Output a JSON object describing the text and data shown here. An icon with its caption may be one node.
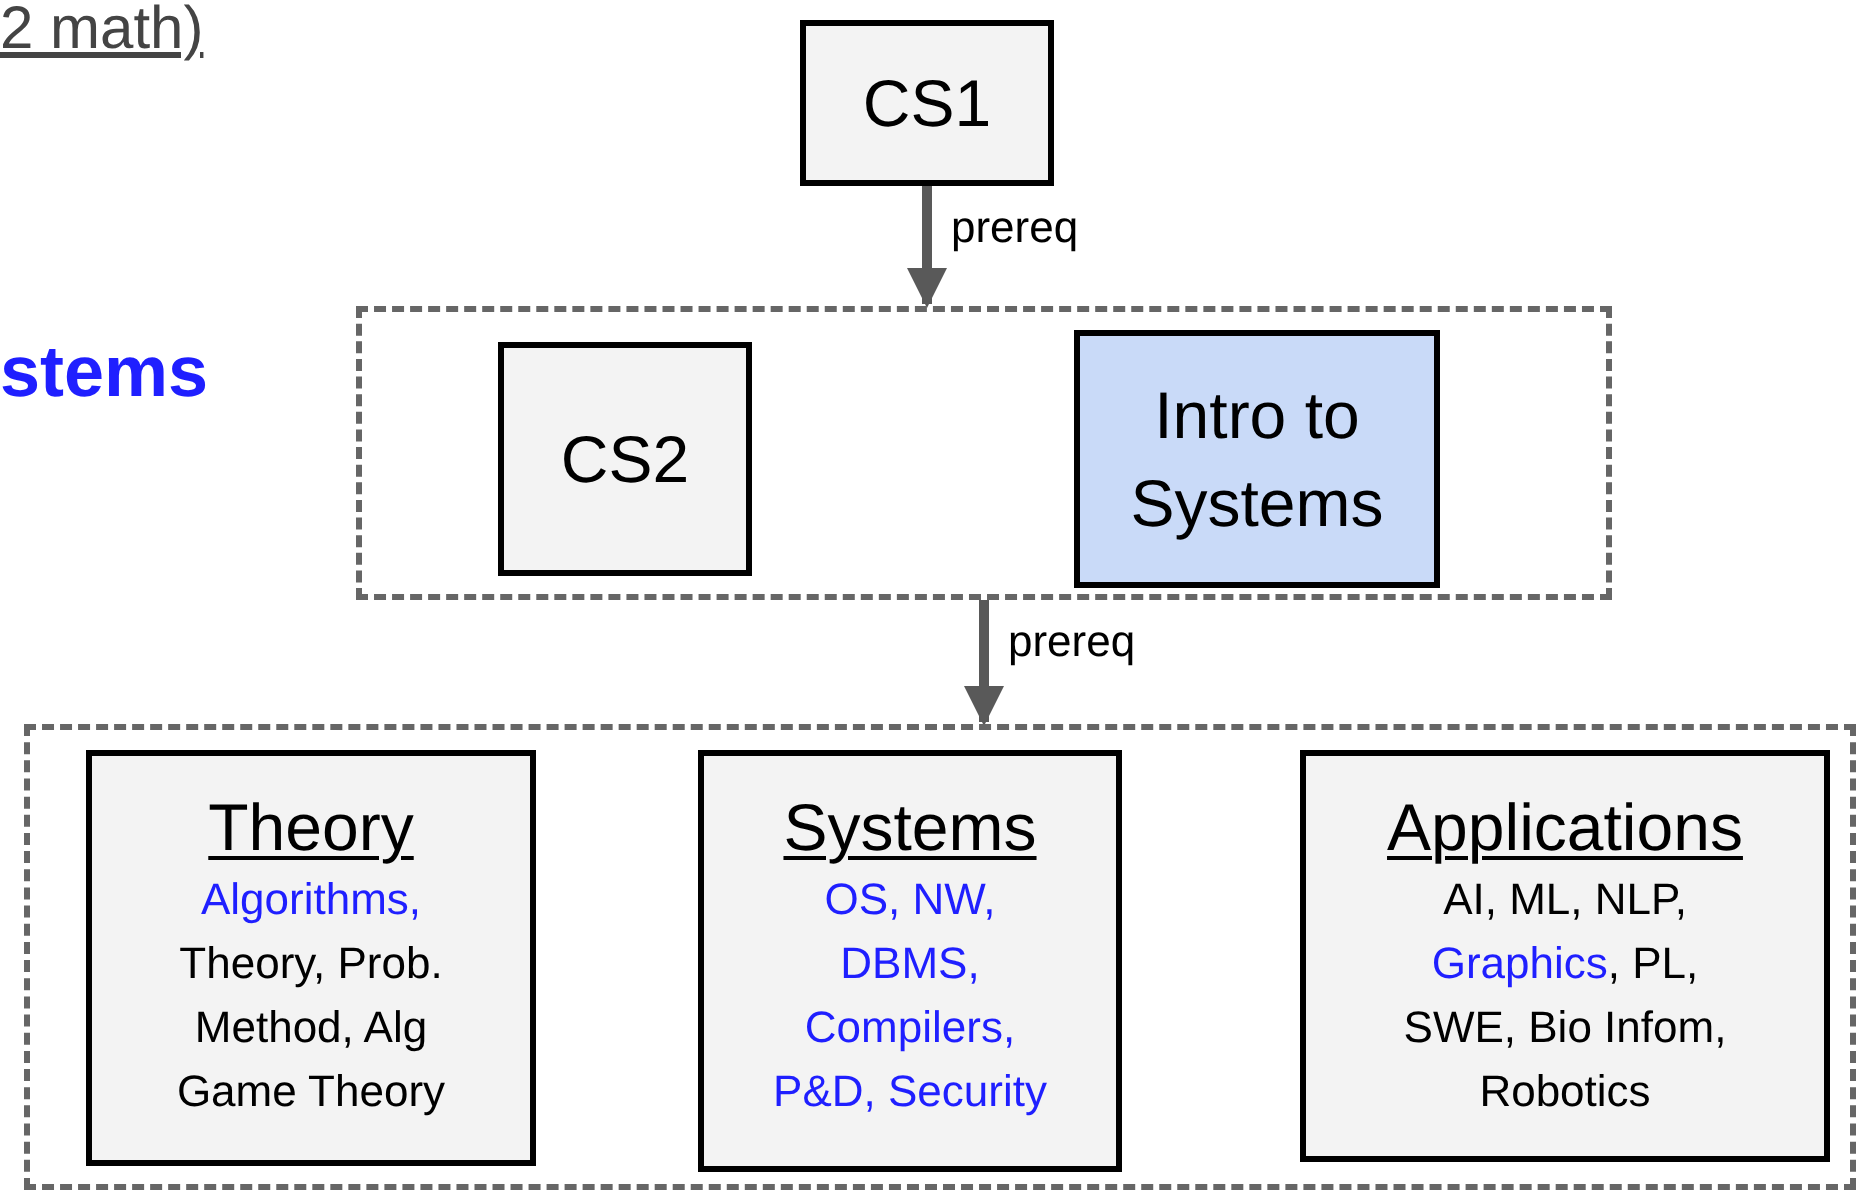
{
  "diagram": {
    "nodes": [
      {
        "text": [
          "CS1"
        ]
      },
      {
        "text": [],
        "shape": "box"
      },
      {
        "text": [
          "CS2"
        ],
        "in": 1
      },
      {
        "text": [
          "Intro to Systems"
        ],
        "in": 1
      },
      {
        "text": [],
        "shape": "box"
      },
      {
        "text": [
          "Theory",
          "Algorithms,",
          "Theory, Prob. Method, Alg Game Theory"
        ],
        "in": 4
      },
      {
        "text": [
          "Systems",
          "OS, NW, DBMS, Compilers, P&D, Security"
        ],
        "in": 4
      },
      {
        "text": [
          "Applications",
          "AI, ML, NLP,",
          "Graphics",
          ", PL, SWE, Bio Infom, Robotics"
        ],
        "in": 4
      }
    ],
    "edges": [
      {
        "from": 0,
        "to": 1,
        "arrow": "to",
        "label": "prereq"
      },
      {
        "from": 1,
        "to": 4,
        "arrow": "to",
        "label": "prereq"
      }
    ],
    "labels": [
      "2 math)",
      "stems"
    ]
  }
}
